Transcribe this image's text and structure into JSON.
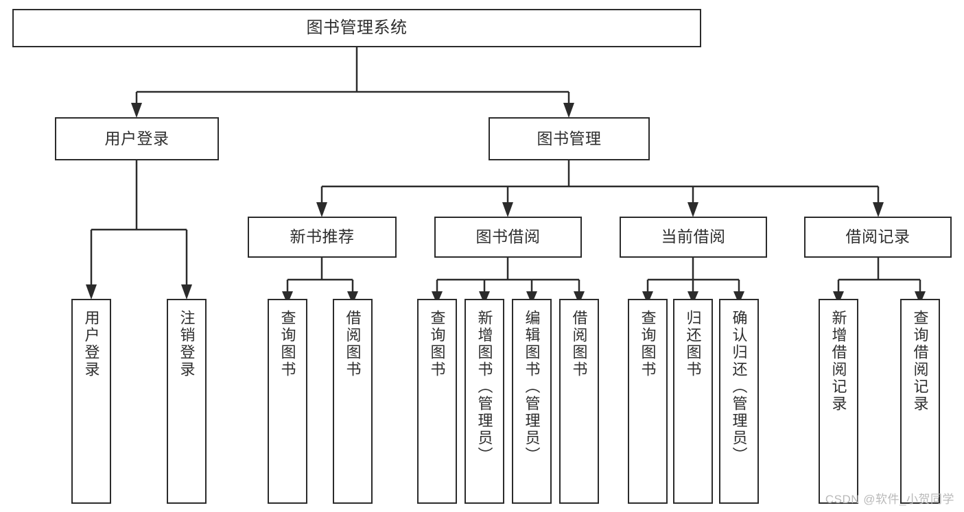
{
  "diagram": {
    "title": "图书管理系统",
    "type": "tree-hierarchy",
    "watermark": "CSDN @软件_小贺同学",
    "colors": {
      "stroke": "#2b2b2b",
      "fill": "#ffffff",
      "text": "#2e2e2e",
      "watermark": "#b9b9b9"
    },
    "nodes": {
      "root": {
        "label": "图书管理系统"
      },
      "level1": [
        {
          "label": "用户登录"
        },
        {
          "label": "图书管理"
        }
      ],
      "level2": [
        {
          "label": "新书推荐"
        },
        {
          "label": "图书借阅"
        },
        {
          "label": "当前借阅"
        },
        {
          "label": "借阅记录"
        }
      ],
      "leaves": {
        "user_login": [
          {
            "label": "用户登录"
          },
          {
            "label": "注销登录"
          }
        ],
        "new_book": [
          {
            "label": "查询图书"
          },
          {
            "label": "借阅图书"
          }
        ],
        "borrow_book": [
          {
            "label": "查询图书"
          },
          {
            "label": "新增图书（管理员）"
          },
          {
            "label": "编辑图书（管理员）"
          },
          {
            "label": "借阅图书"
          }
        ],
        "current_borrow": [
          {
            "label": "查询图书"
          },
          {
            "label": "归还图书"
          },
          {
            "label": "确认归还（管理员）"
          }
        ],
        "borrow_record": [
          {
            "label": "新增借阅记录"
          },
          {
            "label": "查询借阅记录"
          }
        ]
      }
    }
  }
}
